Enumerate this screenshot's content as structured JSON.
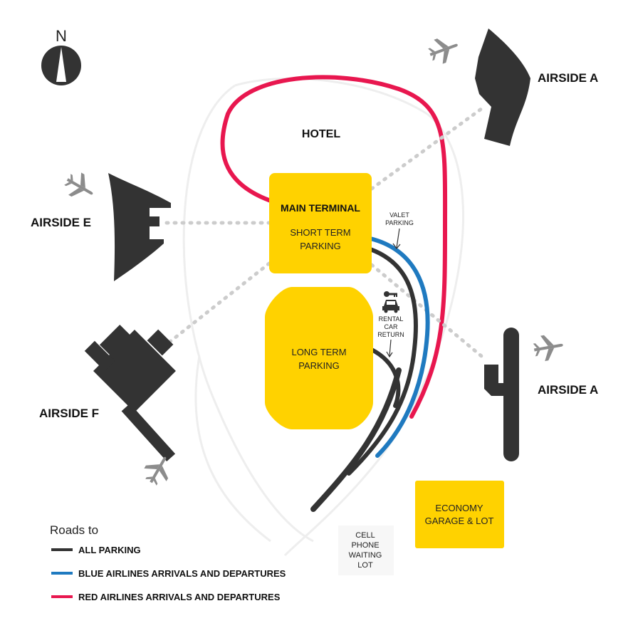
{
  "compass": {
    "label": "N"
  },
  "labels": {
    "hotel": "HOTEL",
    "airside_a_top": "AIRSIDE A",
    "airside_a_bottom": "AIRSIDE A",
    "airside_e": "AIRSIDE E",
    "airside_f": "AIRSIDE F",
    "main_terminal": "MAIN TERMINAL",
    "short_term_1": "SHORT TERM",
    "short_term_2": "PARKING",
    "long_term_1": "LONG TERM",
    "long_term_2": "PARKING",
    "economy_1": "ECONOMY",
    "economy_2": "GARAGE & LOT",
    "valet_1": "VALET",
    "valet_2": "PARKING",
    "rental_1": "RENTAL",
    "rental_2": "CAR",
    "rental_3": "RETURN",
    "cell_1": "CELL",
    "cell_2": "PHONE",
    "cell_3": "WAITING",
    "cell_4": "LOT"
  },
  "legend": {
    "title": "Roads to",
    "items": [
      {
        "label": "ALL PARKING",
        "color": "#333333"
      },
      {
        "label": "BLUE AIRLINES ARRIVALS AND DEPARTURES",
        "color": "#1f7ac0"
      },
      {
        "label": "RED AIRLINES ARRIVALS AND DEPARTURES",
        "color": "#e8174f"
      }
    ]
  },
  "colors": {
    "parking_fill": "#ffd200",
    "building": "#333333",
    "plane": "#8c8c8c",
    "walkway": "#cccccc",
    "blue_road": "#1f7ac0",
    "red_road": "#e8174f",
    "dark_road": "#333333"
  }
}
